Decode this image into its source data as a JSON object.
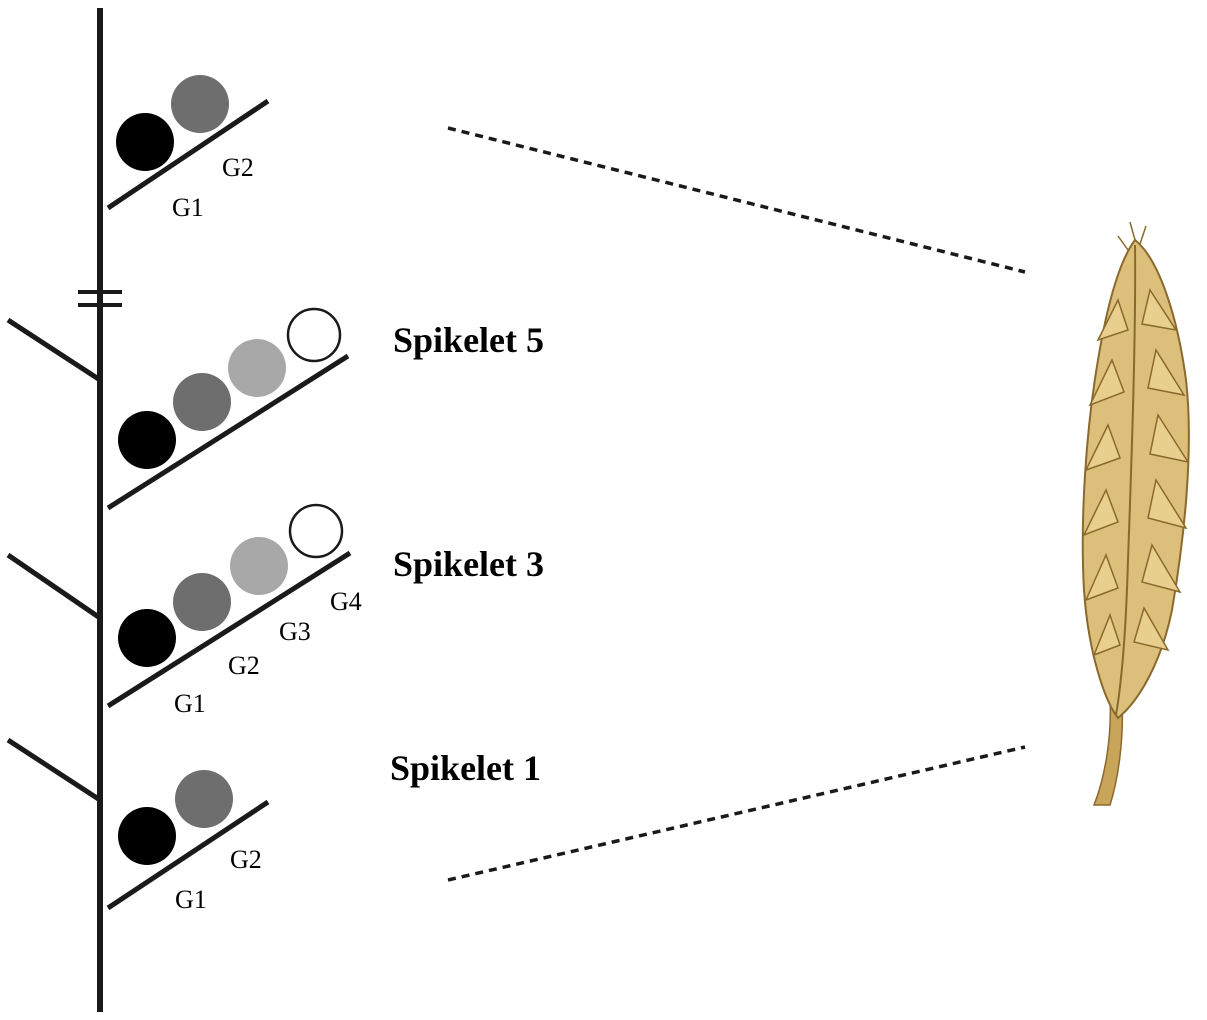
{
  "colors": {
    "line": "#1a1a1a",
    "grain_g1": "#000000",
    "grain_g2": "#6e6e6e",
    "grain_g3": "#a8a8a8",
    "grain_g4": "#ffffff",
    "ear_light": "#e8cf8e",
    "ear_mid": "#c9a55c",
    "ear_dark": "#8a6a2c"
  },
  "top_spikelet": {
    "grain_labels": [
      "G1",
      "G2"
    ]
  },
  "spikelet_5": {
    "label": "Spikelet 5"
  },
  "spikelet_3": {
    "label": "Spikelet 3",
    "grain_labels": [
      "G1",
      "G2",
      "G3",
      "G4"
    ]
  },
  "spikelet_1": {
    "label": "Spikelet 1",
    "grain_labels": [
      "G1",
      "G2"
    ]
  },
  "icons": {
    "axis_break": "break-mark-icon",
    "wheat_ear": "wheat-ear-icon"
  }
}
